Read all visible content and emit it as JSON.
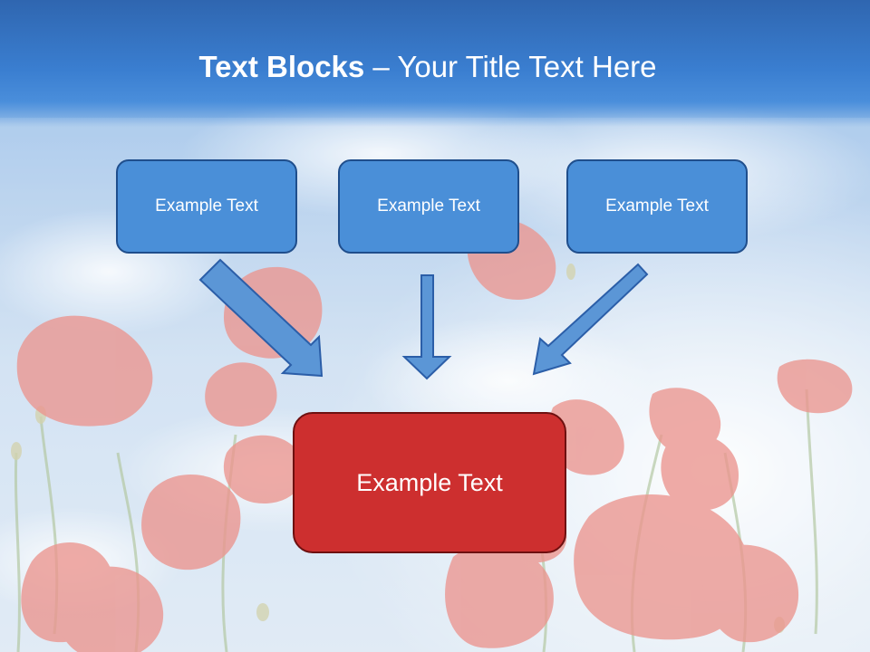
{
  "title": {
    "bold_part": "Text Blocks",
    "separator": " – ",
    "rest": "Your Title Text Here"
  },
  "boxes": {
    "left": "Example Text",
    "center": "Example Text",
    "right": "Example Text",
    "result": "Example Text"
  },
  "colors": {
    "title_band": "#3a7ed0",
    "blue_box_fill": "#4a8fd8",
    "blue_box_border": "#1f4e8c",
    "result_fill": "#cd2f2f",
    "result_border": "#6e1010",
    "arrow_fill": "#5b96d6",
    "arrow_stroke": "#2b5ea8"
  }
}
